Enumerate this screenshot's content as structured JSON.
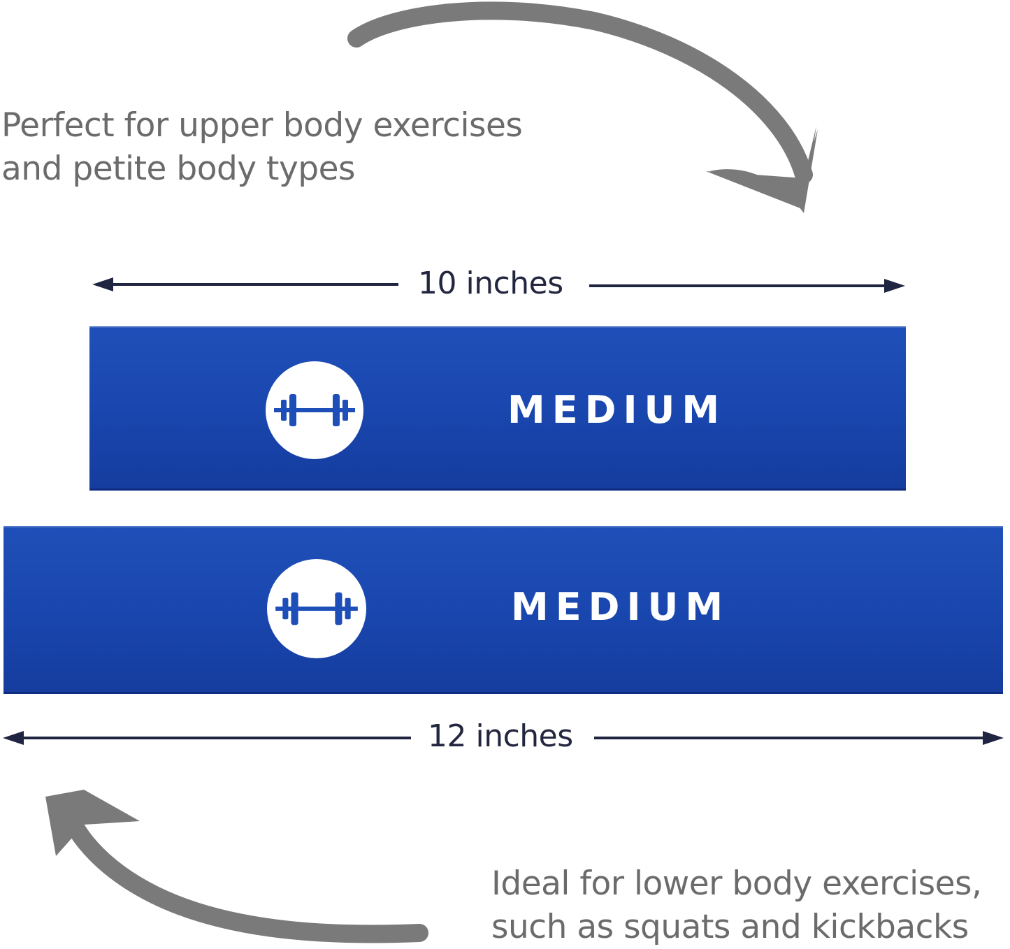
{
  "captions": {
    "top": [
      "Perfect for upper body exercises",
      "and petite body types"
    ],
    "bottom": [
      "Ideal for lower body exercises,",
      "such as squats and kickbacks"
    ]
  },
  "dimensions": {
    "short": "10 inches",
    "long": "12 inches"
  },
  "bands": {
    "short_label": "MEDIUM",
    "long_label": "MEDIUM",
    "color": "#1a48b0"
  },
  "icons": {
    "band_logo": "barbell-icon",
    "curve_arrow": "curved-arrow-icon"
  },
  "colors": {
    "caption": "#6b6b6b",
    "arrow_gray": "#7a7a7a",
    "dimension": "#1f2440"
  }
}
